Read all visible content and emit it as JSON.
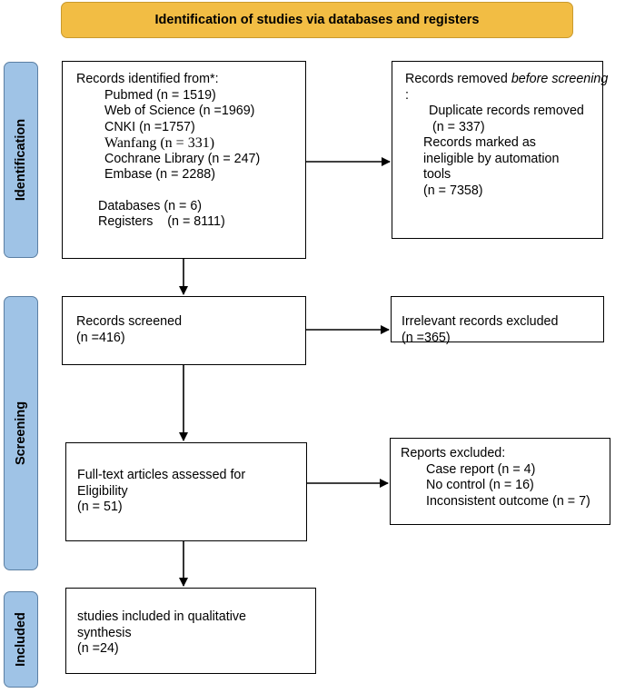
{
  "header": {
    "title": "Identification of studies via databases and registers"
  },
  "stages": {
    "identification": "Identification",
    "screening": "Screening",
    "included": "Included"
  },
  "boxes": {
    "records_identified": {
      "title": "Records identified from*:",
      "sources": [
        "Pubmed (n = 1519)",
        "Web of Science (n =1969)",
        "CNKI (n =1757)",
        "Wanfang (n = 331)",
        "Cochrane Library (n = 247)",
        "Embase (n = 2288)"
      ],
      "databases": "Databases (n = 6)",
      "registers": "Registers    (n = 8111)"
    },
    "records_removed": {
      "title_plain": "Records removed ",
      "title_italic": "before screening",
      "title_end": ":",
      "duplicates_label": "Duplicate records removed",
      "duplicates_count": "(n = 337)",
      "ineligible_label_1": "Records marked as",
      "ineligible_label_2": "ineligible by automation",
      "ineligible_label_3": "tools",
      "ineligible_count": "(n = 7358)"
    },
    "records_screened": {
      "label": "Records screened",
      "count": "(n =416)"
    },
    "irrelevant_excluded": {
      "label": "Irrelevant records excluded",
      "count": "(n =365)"
    },
    "fulltext_assessed": {
      "label_1": "Full-text articles assessed for",
      "label_2": "Eligibility",
      "count": "(n = 51)"
    },
    "reports_excluded": {
      "title": "Reports excluded:",
      "items": [
        "Case report (n = 4)",
        "No control (n = 16)",
        "Inconsistent outcome (n = 7)"
      ]
    },
    "studies_included": {
      "label_1": "studies included in qualitative",
      "label_2": "synthesis",
      "count": "(n =24)"
    }
  }
}
